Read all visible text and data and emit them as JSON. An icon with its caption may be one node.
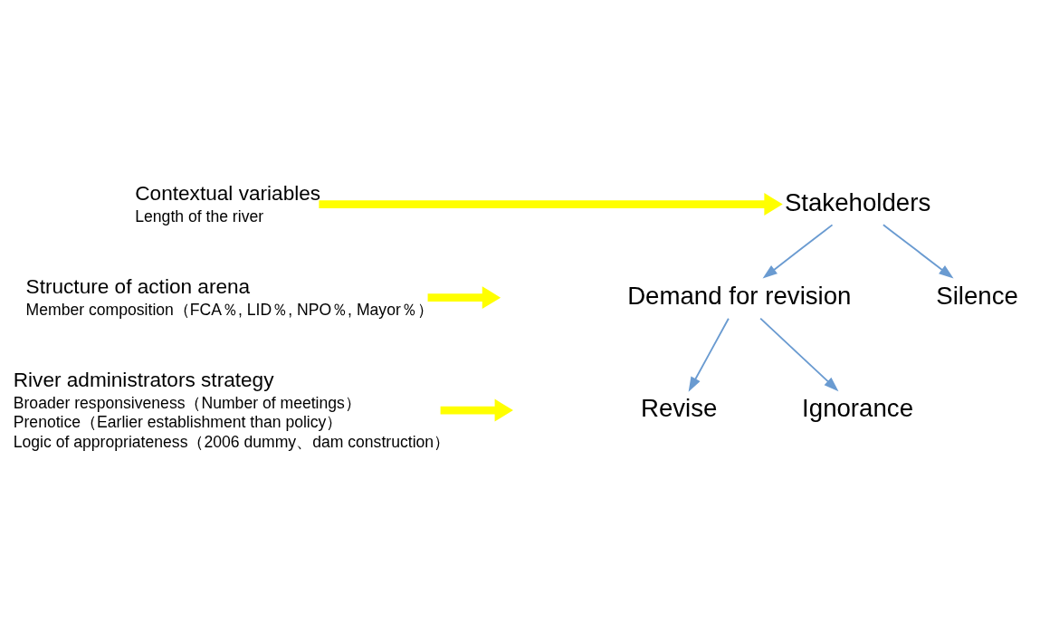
{
  "diagram": {
    "nodes": [
      {
        "text": [
          "Contextual variables",
          "Length of the river"
        ]
      },
      {
        "text": [
          "Stakeholders"
        ]
      },
      {
        "text": [
          "Structure of action arena",
          "Member composition（FCA％, LID％, NPO％, Mayor％）"
        ]
      },
      {
        "text": [
          "Demand for revision"
        ]
      },
      {
        "text": [
          "Silence"
        ]
      },
      {
        "text": [
          "River administrators strategy",
          "Broader responsiveness（Number of meetings）",
          "Prenotice（Earlier establishment than policy）",
          "Logic of appropriateness（2006 dummy、dam construction）"
        ]
      },
      {
        "text": [
          "Revise"
        ]
      },
      {
        "text": [
          "Ignorance"
        ]
      }
    ],
    "edges": [
      {
        "from": 0,
        "to": 1,
        "arrow": "to",
        "style": "thick",
        "color": "#ffff00"
      },
      {
        "from": 1,
        "to": 3,
        "arrow": "to"
      },
      {
        "from": 1,
        "to": 4,
        "arrow": "to"
      },
      {
        "from": 2,
        "to": null,
        "arrow": "to",
        "style": "thick",
        "color": "#ffff00"
      },
      {
        "from": 3,
        "to": 6,
        "arrow": "to"
      },
      {
        "from": 3,
        "to": 7,
        "arrow": "to"
      },
      {
        "from": 5,
        "to": null,
        "arrow": "to",
        "style": "thick",
        "color": "#ffff00"
      }
    ]
  }
}
